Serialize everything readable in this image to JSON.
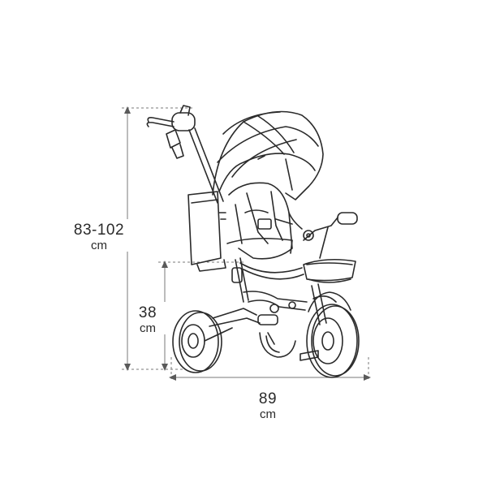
{
  "dimensions": {
    "total_height": {
      "value": "83-102",
      "unit": "cm"
    },
    "seat_height": {
      "value": "38",
      "unit": "cm"
    },
    "length": {
      "value": "89",
      "unit": "cm"
    }
  },
  "colors": {
    "line": "#2a2a2a",
    "guide": "#8a8a8a",
    "background": "#ffffff"
  }
}
